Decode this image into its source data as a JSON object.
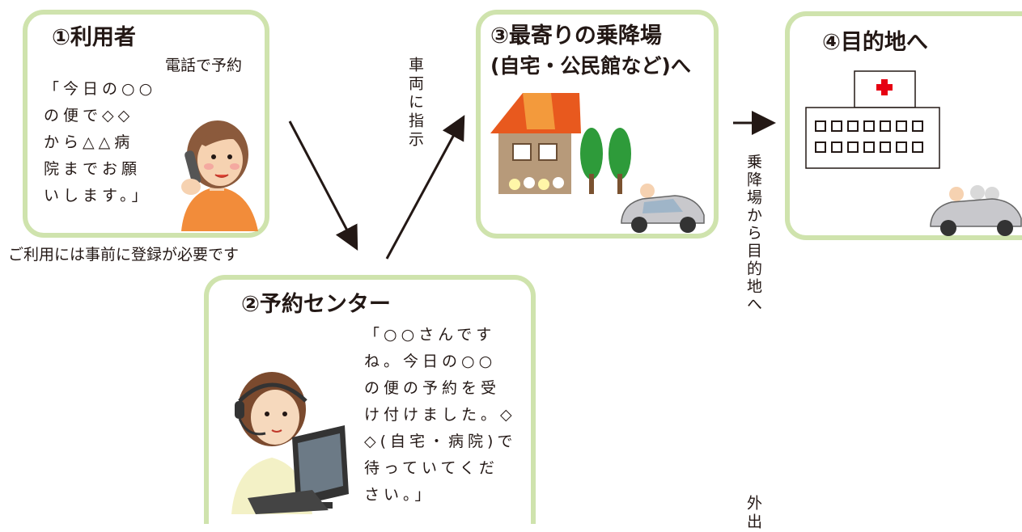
{
  "step1": {
    "title": "①利用者",
    "call_label": "電話で予約",
    "speech_lines": [
      "「今日の○○",
      "の便で◇◇",
      "から△△病",
      "院までお願",
      "いします。」"
    ],
    "note": "ご利用には事前に登録が必要です"
  },
  "step2": {
    "title": "②予約センター",
    "speech_lines": [
      "「○○さんです",
      "ね。今日の○○",
      "の便の予約を受",
      "け付けました。◇",
      "◇(自宅・病院)で",
      "待っていてくだ",
      "さい。」"
    ]
  },
  "step3": {
    "title_line1": "③最寄りの乗降場",
    "title_line2": "(自宅・公民館など)へ"
  },
  "step4": {
    "title": "④目的地へ"
  },
  "labels": {
    "vehicle_instruction": "車両に指示",
    "stop_to_destination": "乗降場から目的地へ",
    "bottom_cut": "外出"
  },
  "colors": {
    "box_border": "#cfe3ad",
    "arrow": "#231815",
    "hospital_cross": "#e60012",
    "roof": "#e8591e",
    "tree": "#2e9b3a",
    "car": "#c8c8cc"
  }
}
